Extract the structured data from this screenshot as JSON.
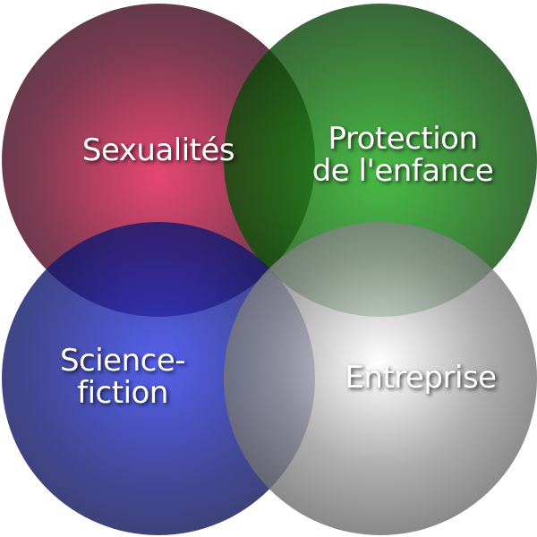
{
  "diagram": {
    "type": "venn",
    "sets": [
      {
        "lines": [
          "Sexualités"
        ],
        "color": "#e0184f"
      },
      {
        "lines": [
          "Protection",
          "de l'enfance"
        ],
        "color": "#1aa818"
      },
      {
        "lines": [
          "Science-",
          "fiction"
        ],
        "color": "#2b3ae8"
      },
      {
        "lines": [
          "Entreprise"
        ],
        "color": "#d8d8d8"
      }
    ]
  }
}
